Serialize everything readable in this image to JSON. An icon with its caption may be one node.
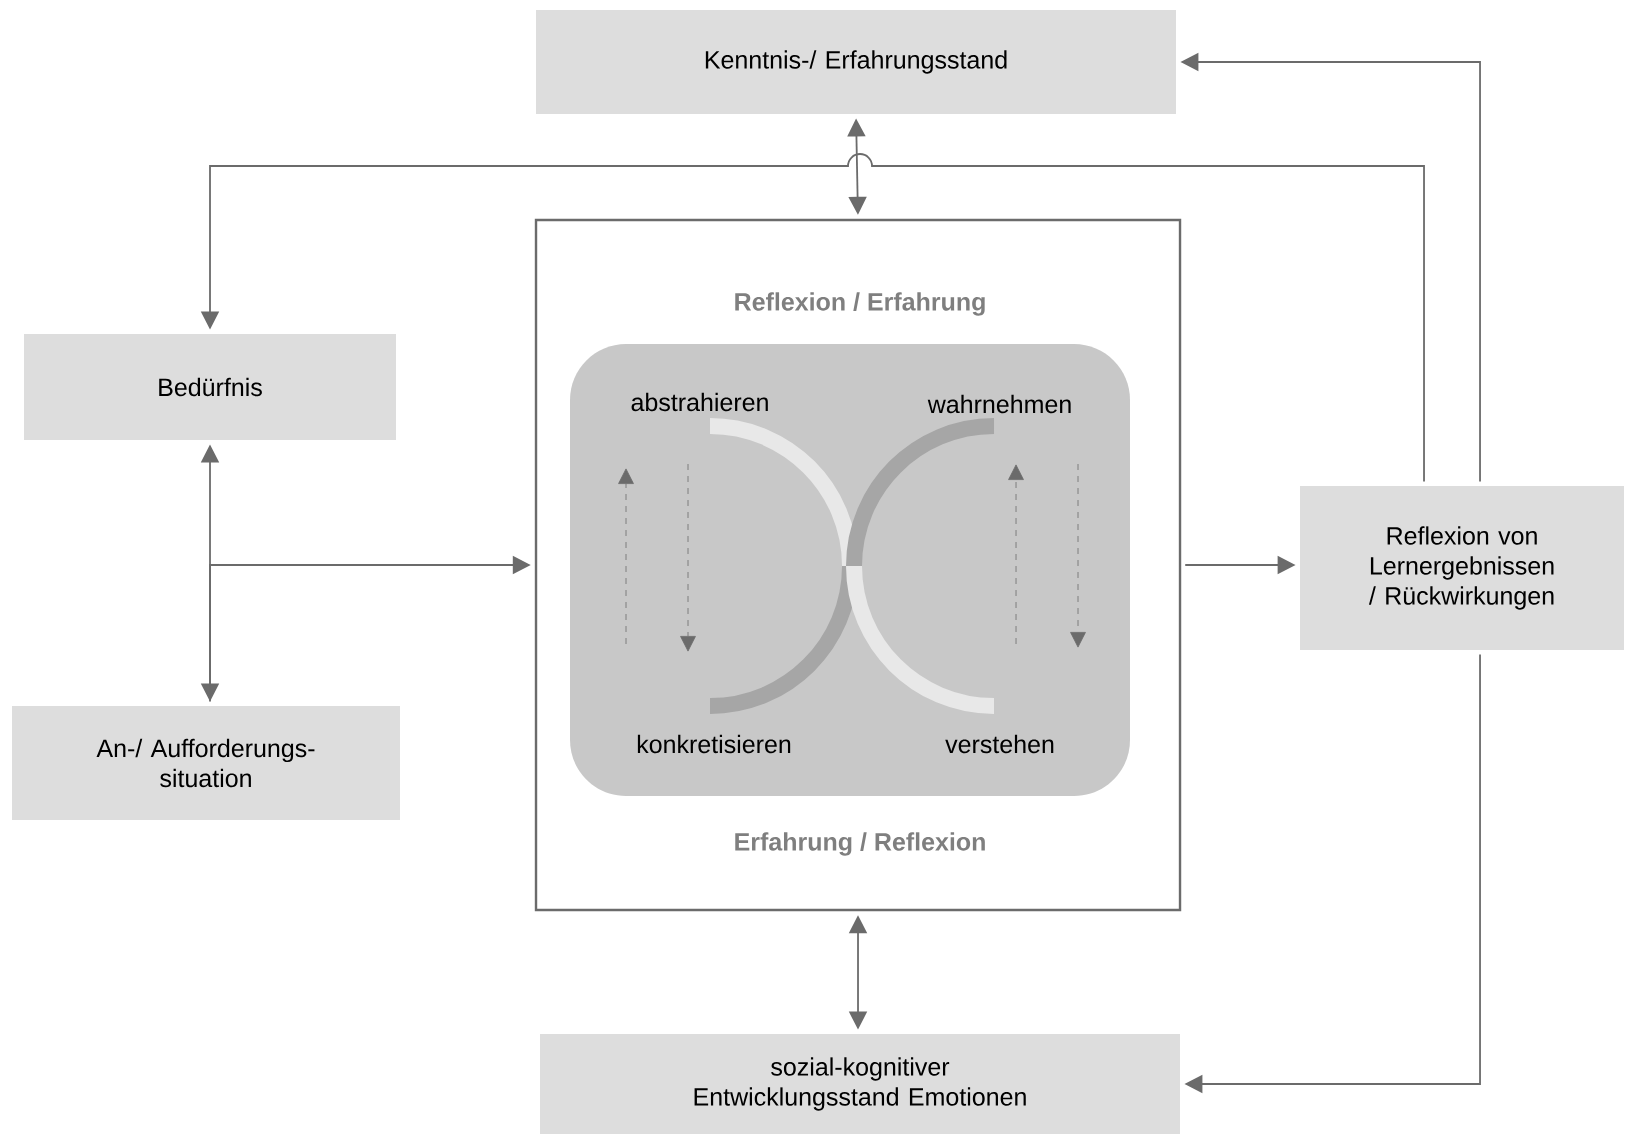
{
  "diagram": {
    "nodes": [
      {
        "text": [
          "Kenntnis-/ Erfahrungsstand"
        ]
      },
      {
        "text": [
          "Bedürfnis"
        ]
      },
      {
        "text": [
          "An-/ Aufforderungs- situation"
        ]
      },
      {
        "text": [
          "Reflexion / Erfahrung",
          "Erfahrung / Reflexion"
        ]
      },
      {
        "text": [
          "abstrahieren",
          "wahrnehmen",
          "konkretisieren",
          "verstehen"
        ],
        "in": 3
      },
      {
        "text": [
          "Reflexion von Lernergebnissen / Rückwirkungen"
        ]
      },
      {
        "text": [
          "sozial-kognitiver Entwicklungsstand Emotionen"
        ]
      }
    ],
    "edges": [
      {
        "from": 3,
        "to": 0,
        "arrow": "both"
      },
      {
        "from": 5,
        "to": 1,
        "arrow": "to"
      },
      {
        "from": 5,
        "to": 0,
        "arrow": "to"
      },
      {
        "from": 1,
        "to": 2,
        "arrow": "both"
      },
      {
        "from": 2,
        "to": 3,
        "arrow": "to"
      },
      {
        "from": 3,
        "to": 5,
        "arrow": "to"
      },
      {
        "from": 3,
        "to": 6,
        "arrow": "both"
      },
      {
        "from": 5,
        "to": 6,
        "arrow": "to"
      }
    ]
  }
}
